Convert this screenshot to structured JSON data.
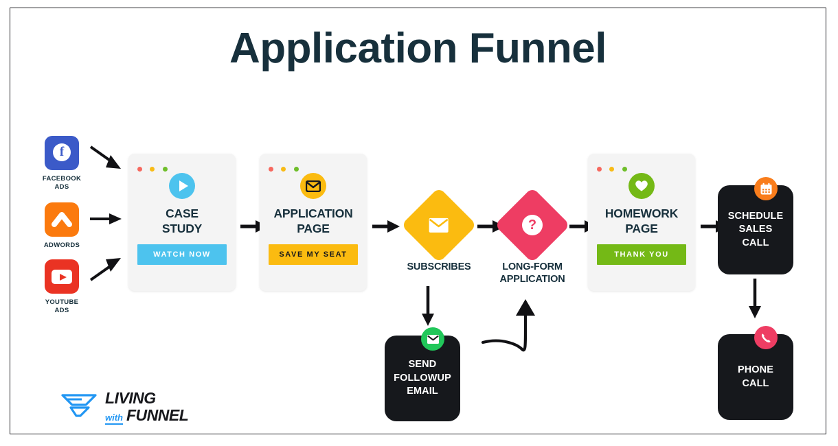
{
  "page": {
    "title": "Application Funnel",
    "border_color": "#222226",
    "background": "#ffffff"
  },
  "sources": [
    {
      "name": "facebook-ads",
      "label": "FACEBOOK\nADS",
      "label_line1": "FACEBOOK",
      "label_line2": "ADS",
      "icon": "facebook-icon",
      "color": "#3b5ac8"
    },
    {
      "name": "adwords",
      "label": "ADWORDS",
      "label_line1": "ADWORDS",
      "label_line2": "",
      "icon": "adwords-icon",
      "color": "#fb7a0e"
    },
    {
      "name": "youtube-ads",
      "label": "YOUTUBE\nADS",
      "label_line1": "YOUTUBE",
      "label_line2": "ADS",
      "icon": "youtube-icon",
      "color": "#ea3323"
    }
  ],
  "cards": {
    "case_study": {
      "title_line1": "CASE",
      "title_line2": "STUDY",
      "button_label": "WATCH NOW",
      "icon": "play-icon",
      "accent": "#4dc3ee",
      "button_text_color": "#ffffff"
    },
    "application_page": {
      "title_line1": "APPLICATION",
      "title_line2": "PAGE",
      "button_label": "SAVE MY SEAT",
      "icon": "envelope-icon",
      "accent": "#fbbb10",
      "button_text_color": "#17181c"
    },
    "homework_page": {
      "title_line1": "HOMEWORK",
      "title_line2": "PAGE",
      "button_label": "THANK YOU",
      "icon": "heart-icon",
      "accent": "#74b916",
      "button_text_color": "#ffffff"
    }
  },
  "diamonds": {
    "subscribes": {
      "label": "SUBSCRIBES",
      "icon": "envelope-icon",
      "color": "#fbbb10"
    },
    "long_form_application": {
      "label_line1": "LONG-FORM",
      "label_line2": "APPLICATION",
      "icon": "question-mark-icon",
      "color": "#ee3d63"
    }
  },
  "actions": {
    "send_followup_email": {
      "line1": "SEND",
      "line2": "FOLLOWUP",
      "line3": "EMAIL",
      "badge_icon": "envelope-icon",
      "badge_color": "#21c75a"
    },
    "schedule_sales_call": {
      "line1": "SCHEDULE",
      "line2": "SALES",
      "line3": "CALL",
      "badge_icon": "calendar-icon",
      "badge_color": "#f97d1c"
    },
    "phone_call": {
      "line1": "PHONE",
      "line2": "CALL",
      "line3": "",
      "badge_icon": "phone-icon",
      "badge_color": "#ee3d63"
    }
  },
  "logo": {
    "word1": "LIVING",
    "word2": "with",
    "word3": "FUNNEL",
    "mark": "funnel-icon",
    "accent": "#2196f3"
  }
}
